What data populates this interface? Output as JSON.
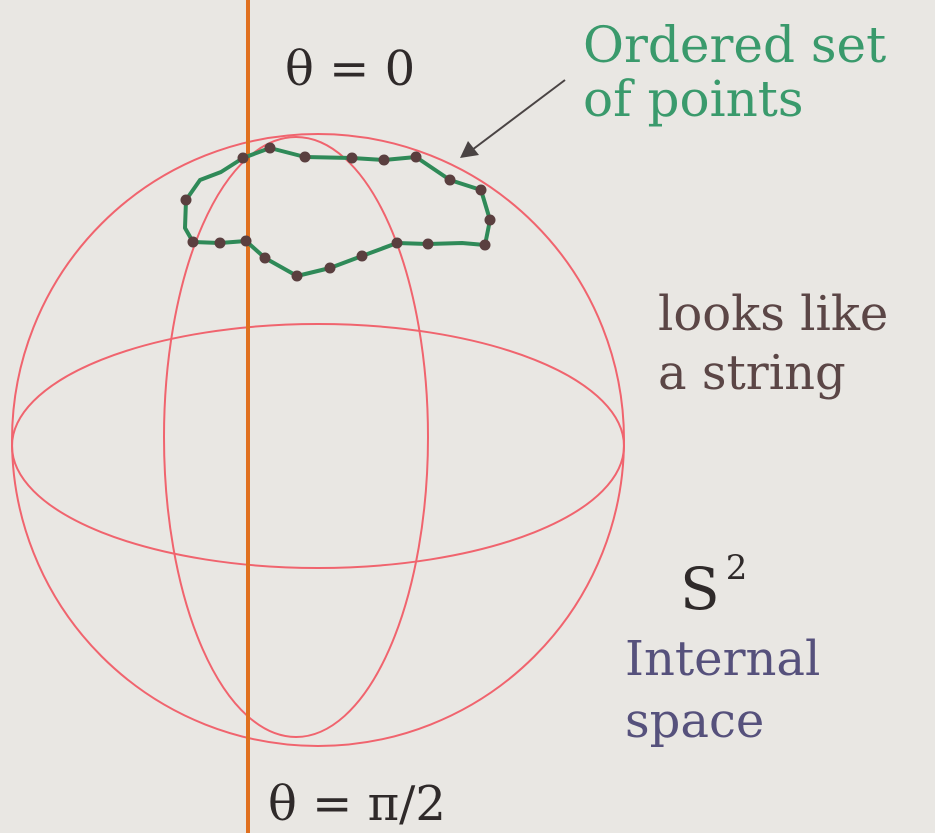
{
  "labels": {
    "theta_top": "θ = 0",
    "theta_bottom": "θ = π/2",
    "ordered_line1": "Ordered set",
    "ordered_line2": "of points",
    "looks_line1": "looks like",
    "looks_line2": "a string",
    "s2_base": "S",
    "s2_exponent": "2",
    "internal_line1": "Internal",
    "internal_line2": "space"
  },
  "colors": {
    "sphere": "#f0646e",
    "axis": "#e0701f",
    "string": "#2f8a58",
    "points": "#5a3f3f",
    "arrow": "#4a4444"
  },
  "string_point_count": 20
}
